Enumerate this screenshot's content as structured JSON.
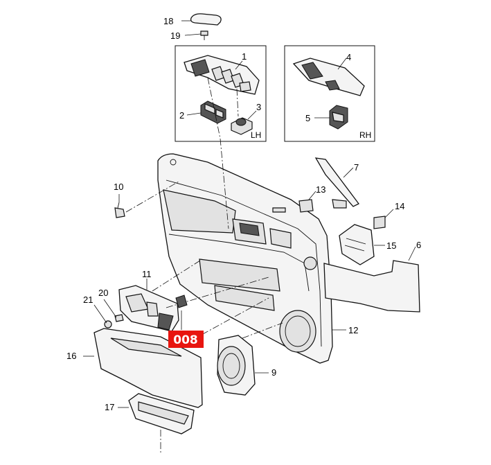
{
  "labels": {
    "p1": "1",
    "p2": "2",
    "p3": "3",
    "p4": "4",
    "p5": "5",
    "p6": "6",
    "p7": "7",
    "p9": "9",
    "p10": "10",
    "p11": "11",
    "p12": "12",
    "p13": "13",
    "p14": "14",
    "p15": "15",
    "p16": "16",
    "p17": "17",
    "p18": "18",
    "p19": "19",
    "p20": "20",
    "p21": "21"
  },
  "boxes": {
    "left": "LH",
    "right": "RH"
  },
  "callout": {
    "code": "008",
    "color": "#e8150f"
  }
}
